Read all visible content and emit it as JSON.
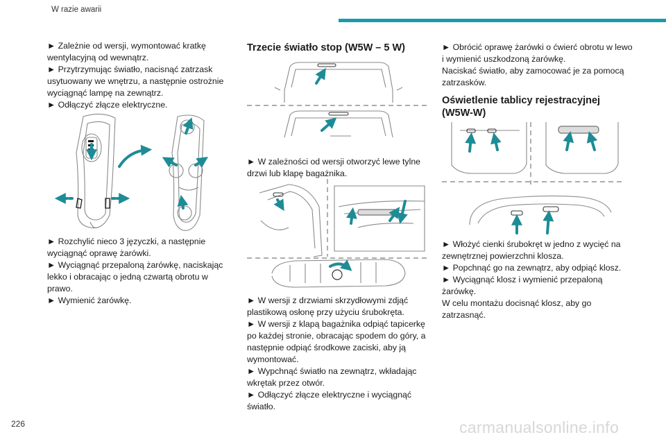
{
  "header": {
    "section": "W razie awarii"
  },
  "page_number": "226",
  "watermark": "carmanualsonline.info",
  "colors": {
    "accent": "#1b9aa8",
    "arrow": "#1e8c96"
  },
  "col1": {
    "para1": [
      "► Zależnie od wersji, wymontować kratkę wentylacyjną od wewnątrz.",
      "► Przytrzymując światło, nacisnąć zatrzask usytuowany we wnętrzu, a następnie ostrożnie wyciągnąć lampę na zewnątrz.",
      "► Odłączyć złącze elektryczne."
    ],
    "para2": [
      "► Rozchylić nieco 3 języczki, a następnie wyciągnąć oprawę żarówki.",
      "► Wyciągnąć przepaloną żarówkę, naciskając lekko i obracając o jedną czwartą obrotu w prawo.",
      "► Wymienić żarówkę."
    ]
  },
  "col2": {
    "heading": "Trzecie światło stop (W5W – 5 W)",
    "para1": "► W zależności od wersji otworzyć lewe tylne drzwi lub klapę bagażnika.",
    "para2": [
      "► W wersji z drzwiami skrzydłowymi zdjąć plastikową osłonę przy użyciu śrubokręta.",
      "► W wersji z klapą bagażnika odpiąć tapicerkę po każdej stronie, obracając spodem do góry, a następnie odpiąć środkowe zaciski, aby ją wymontować.",
      "► Wypchnąć światło na zewnątrz, wkładając wkrętak przez otwór.",
      "► Odłączyć złącze elektryczne i wyciągnąć światło."
    ]
  },
  "col3": {
    "para1": [
      "► Obrócić oprawę żarówki o ćwierć obrotu w lewo i wymienić uszkodzoną żarówkę.",
      "Naciskać światło, aby zamocować je za pomocą zatrzasków."
    ],
    "heading": "Oświetlenie tablicy rejestracyjnej (W5W-W)",
    "para2": [
      "► Włożyć cienki śrubokręt w jedno z wycięć na zewnętrznej powierzchni klosza.",
      "► Popchnąć go na zewnątrz, aby odpiąć klosz.",
      "► Wyciągnąć klosz i wymienić przepaloną żarówkę.",
      "W celu montażu docisnąć klosz, aby go zatrzasnąć."
    ]
  }
}
